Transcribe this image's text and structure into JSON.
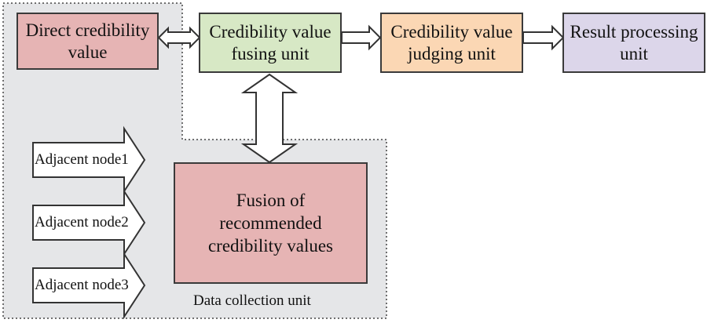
{
  "nodes": {
    "direct": {
      "label": "Direct credibility value",
      "color": "#e6b4b4"
    },
    "fusing": {
      "label": "Credibility value fusing unit",
      "color": "#d7e8c5"
    },
    "judging": {
      "label": "Credibility value judging unit",
      "color": "#fbd7b4"
    },
    "result": {
      "label": "Result processing unit",
      "color": "#dcd6ea"
    },
    "fusion": {
      "label": "Fusion of recommended credibility values",
      "color": "#e6b4b4"
    }
  },
  "adjacent_nodes": [
    "Adjacent node1",
    "Adjacent node2",
    "Adjacent node3"
  ],
  "region": {
    "label": "Data collection unit",
    "color": "#e5e6e8"
  }
}
